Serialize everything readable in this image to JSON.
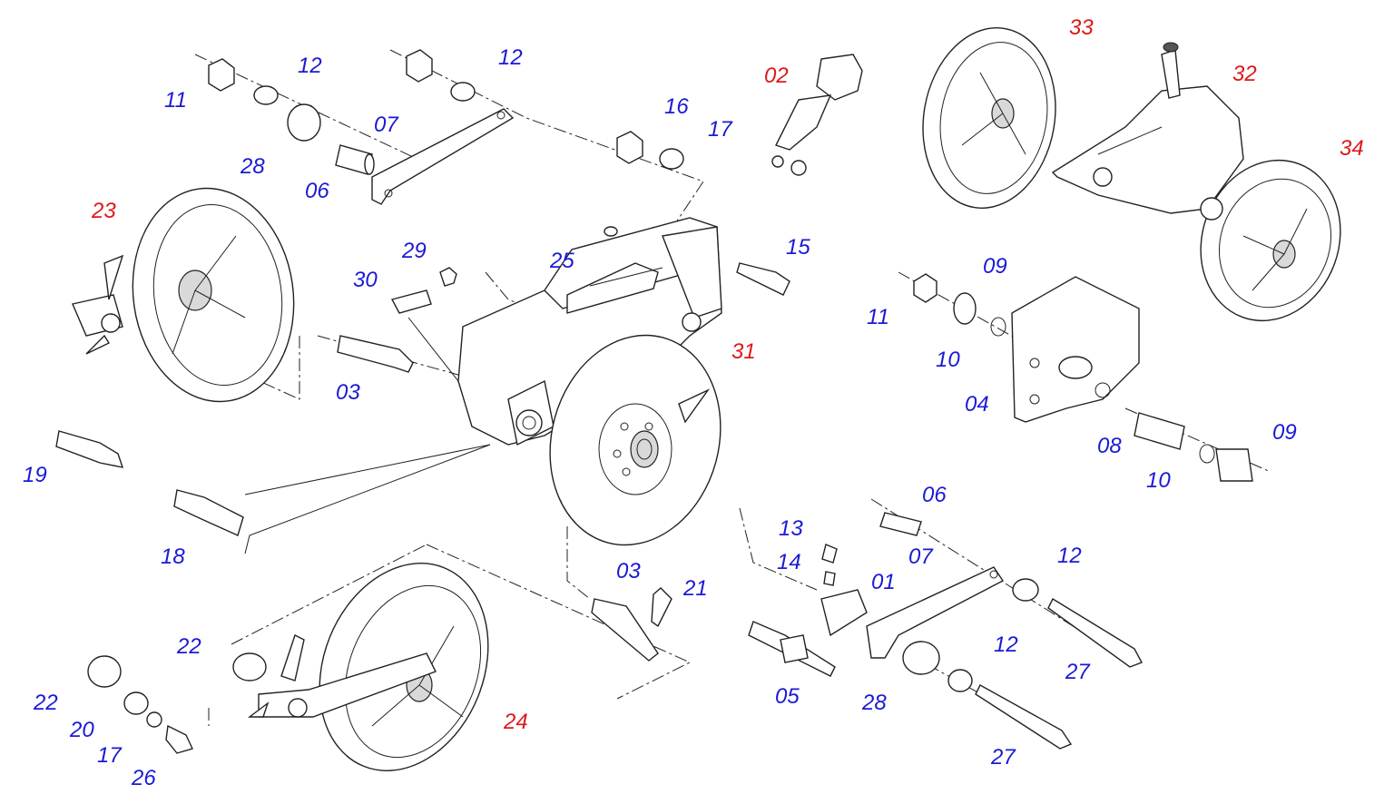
{
  "diagram": {
    "accent_blue": "#1a1ad6",
    "accent_red": "#e01818",
    "callouts": [
      {
        "key": "p11a",
        "text": "11",
        "color": "blue"
      },
      {
        "key": "p12a",
        "text": "12",
        "color": "blue"
      },
      {
        "key": "p12b",
        "text": "12",
        "color": "blue"
      },
      {
        "key": "p07a",
        "text": "07",
        "color": "blue"
      },
      {
        "key": "p28a",
        "text": "28",
        "color": "blue"
      },
      {
        "key": "p06a",
        "text": "06",
        "color": "blue"
      },
      {
        "key": "p02",
        "text": "02",
        "color": "red"
      },
      {
        "key": "p16",
        "text": "16",
        "color": "blue"
      },
      {
        "key": "p17a",
        "text": "17",
        "color": "blue"
      },
      {
        "key": "p33",
        "text": "33",
        "color": "red"
      },
      {
        "key": "p32",
        "text": "32",
        "color": "red"
      },
      {
        "key": "p34",
        "text": "34",
        "color": "red"
      },
      {
        "key": "p23",
        "text": "23",
        "color": "red"
      },
      {
        "key": "p25",
        "text": "25",
        "color": "blue"
      },
      {
        "key": "p29",
        "text": "29",
        "color": "blue"
      },
      {
        "key": "p30",
        "text": "30",
        "color": "blue"
      },
      {
        "key": "p15",
        "text": "15",
        "color": "blue"
      },
      {
        "key": "p11b",
        "text": "11",
        "color": "blue"
      },
      {
        "key": "p09a",
        "text": "09",
        "color": "blue"
      },
      {
        "key": "p10a",
        "text": "10",
        "color": "blue"
      },
      {
        "key": "p03a",
        "text": "03",
        "color": "blue"
      },
      {
        "key": "p31",
        "text": "31",
        "color": "red"
      },
      {
        "key": "p04",
        "text": "04",
        "color": "blue"
      },
      {
        "key": "p19",
        "text": "19",
        "color": "blue"
      },
      {
        "key": "p08",
        "text": "08",
        "color": "blue"
      },
      {
        "key": "p09b",
        "text": "09",
        "color": "blue"
      },
      {
        "key": "p10b",
        "text": "10",
        "color": "blue"
      },
      {
        "key": "p18",
        "text": "18",
        "color": "blue"
      },
      {
        "key": "p06b",
        "text": "06",
        "color": "blue"
      },
      {
        "key": "p13",
        "text": "13",
        "color": "blue"
      },
      {
        "key": "p03b",
        "text": "03",
        "color": "blue"
      },
      {
        "key": "p14",
        "text": "14",
        "color": "blue"
      },
      {
        "key": "p07b",
        "text": "07",
        "color": "blue"
      },
      {
        "key": "p12c",
        "text": "12",
        "color": "blue"
      },
      {
        "key": "p01",
        "text": "01",
        "color": "blue"
      },
      {
        "key": "p21",
        "text": "21",
        "color": "blue"
      },
      {
        "key": "p22a",
        "text": "22",
        "color": "blue"
      },
      {
        "key": "p12d",
        "text": "12",
        "color": "blue"
      },
      {
        "key": "p27a",
        "text": "27",
        "color": "blue"
      },
      {
        "key": "p22b",
        "text": "22",
        "color": "blue"
      },
      {
        "key": "p20",
        "text": "20",
        "color": "blue"
      },
      {
        "key": "p05",
        "text": "05",
        "color": "blue"
      },
      {
        "key": "p28b",
        "text": "28",
        "color": "blue"
      },
      {
        "key": "p24",
        "text": "24",
        "color": "red"
      },
      {
        "key": "p17b",
        "text": "17",
        "color": "blue"
      },
      {
        "key": "p26",
        "text": "26",
        "color": "blue"
      },
      {
        "key": "p27b",
        "text": "27",
        "color": "blue"
      }
    ]
  }
}
